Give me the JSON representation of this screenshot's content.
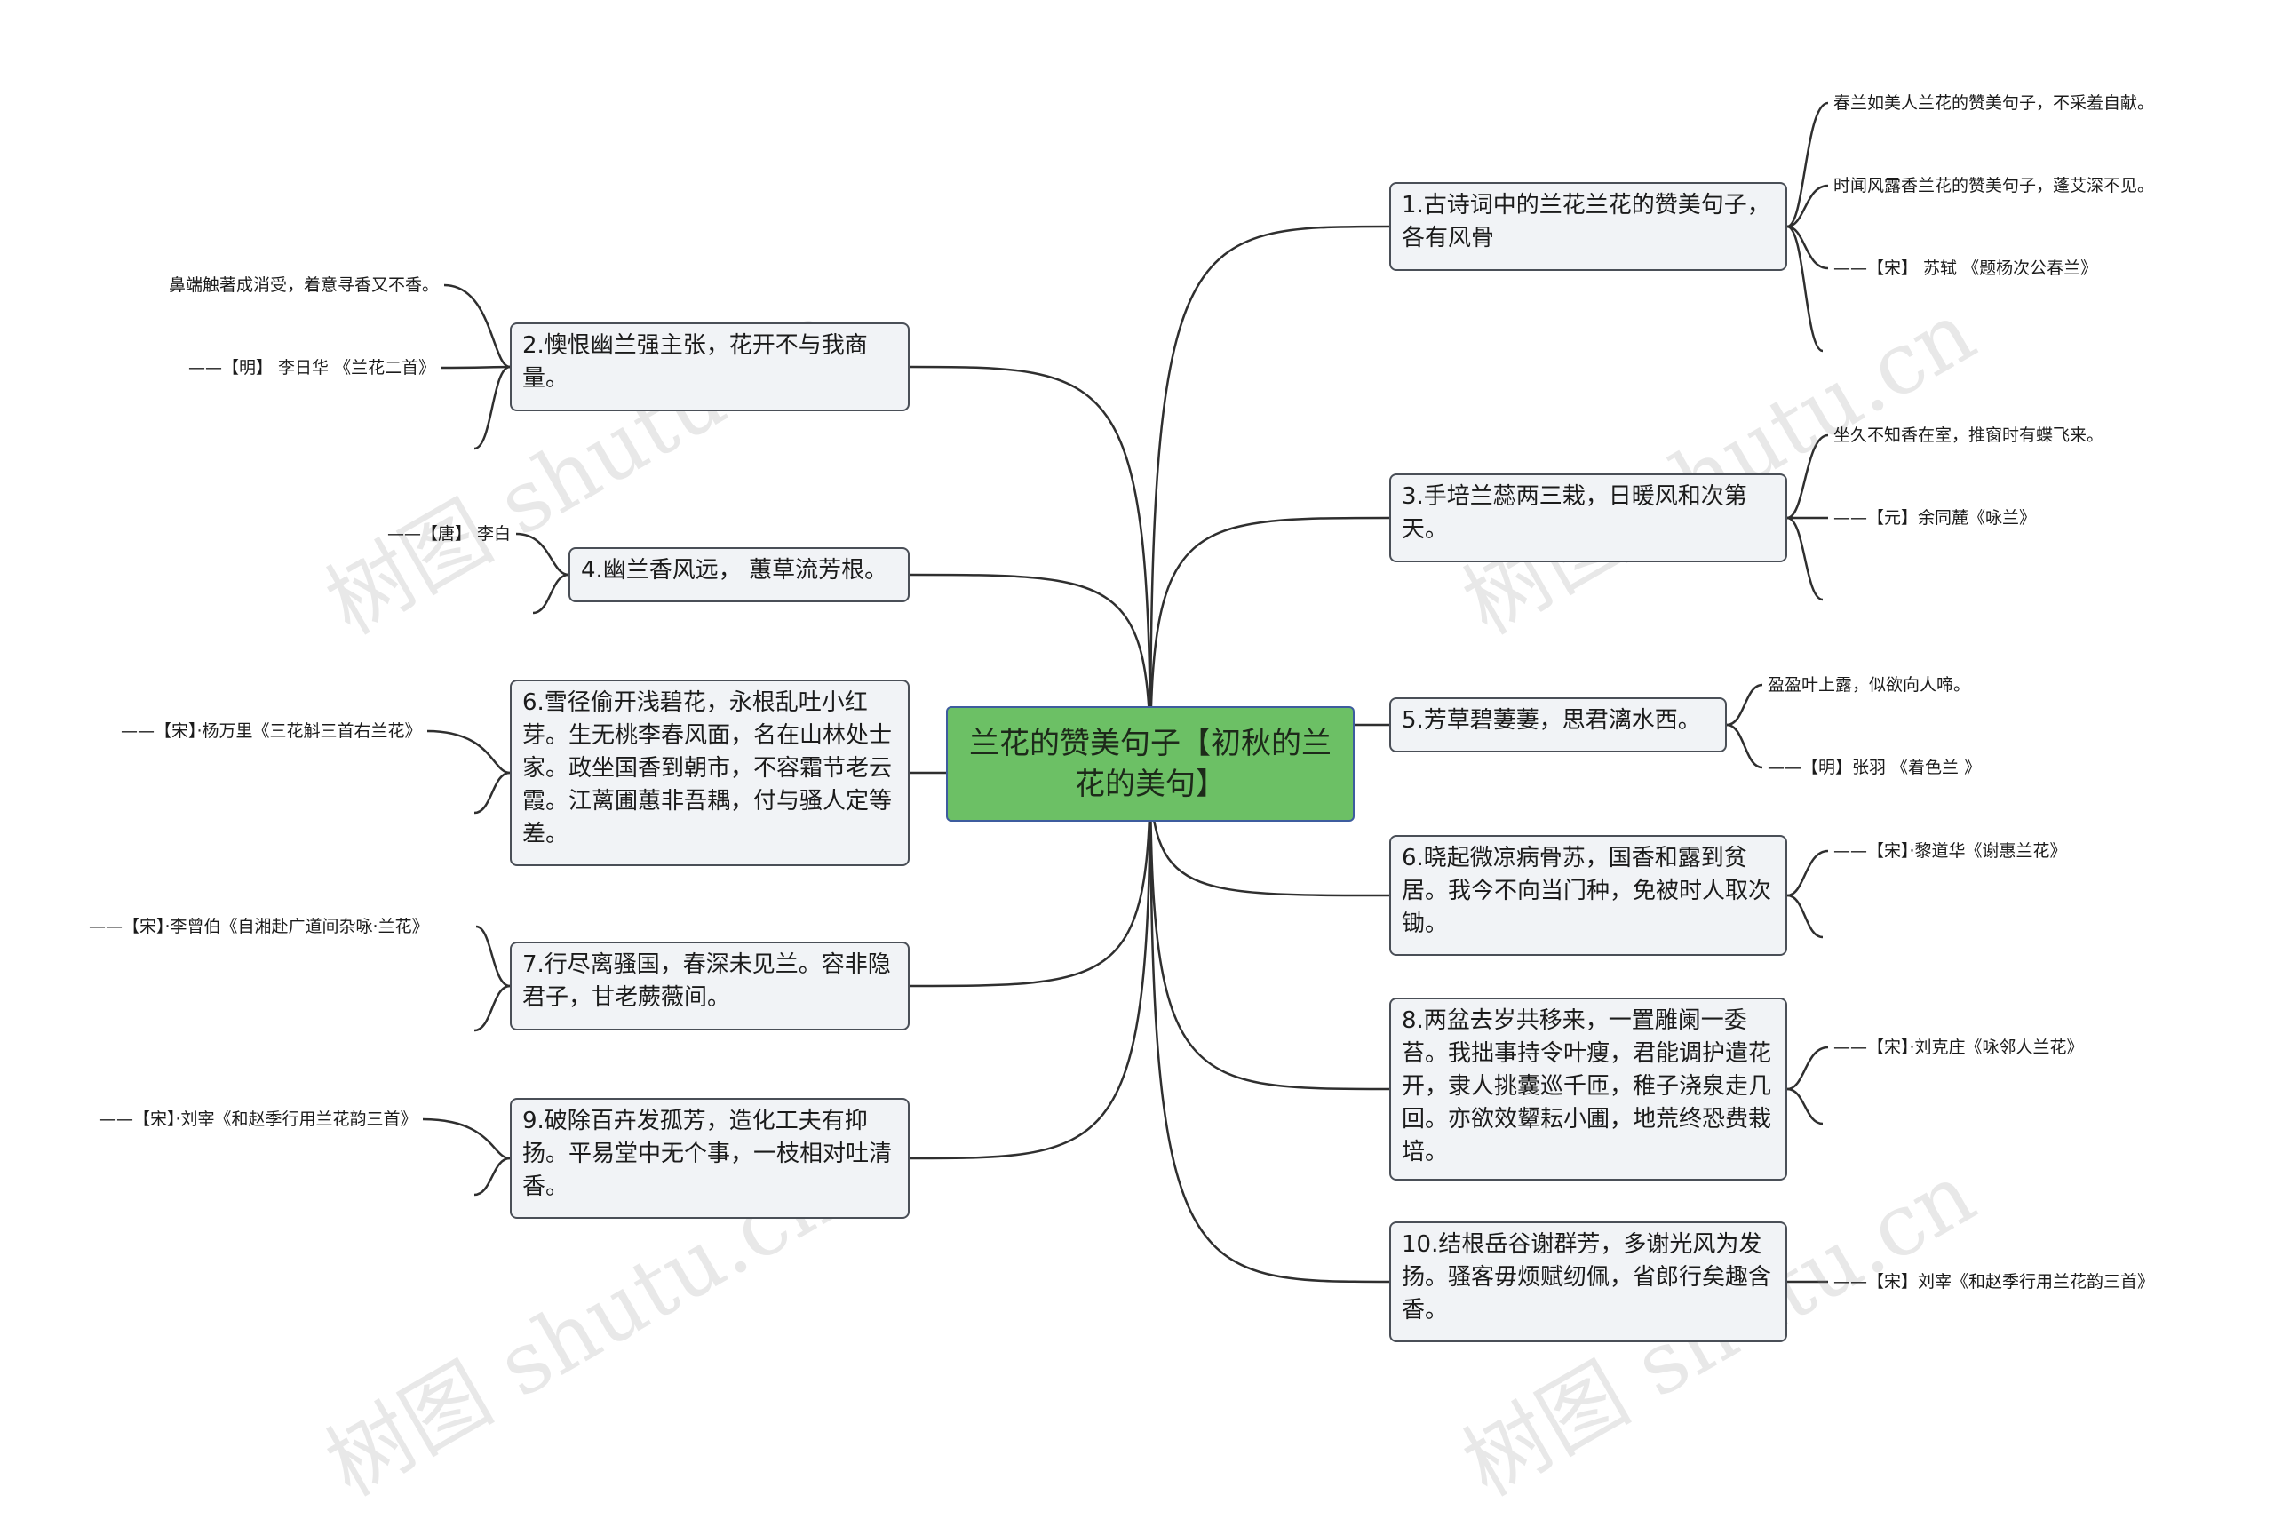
{
  "root": {
    "title": "兰花的赞美句子【初秋的兰花的美句】"
  },
  "branches": [
    {
      "id": "b1",
      "text": "1.古诗词中的兰花兰花的赞美句子，各有风骨",
      "leaves": [
        "春兰如美人兰花的赞美句子，不采羞自献。",
        "时闻风露香兰花的赞美句子，蓬艾深不见。",
        "——【宋】 苏轼 《题杨次公春兰》"
      ]
    },
    {
      "id": "b2",
      "text": "2.懊恨幽兰强主张，花开不与我商量。",
      "leaves": [
        "鼻端触著成消受，着意寻香又不香。",
        "——【明】 李日华 《兰花二首》"
      ]
    },
    {
      "id": "b3",
      "text": "3.手培兰蕊两三栽，日暖风和次第天。",
      "leaves": [
        "坐久不知香在室，推窗时有蝶飞来。",
        "——【元】余同麓《咏兰》"
      ]
    },
    {
      "id": "b4",
      "text": "4.幽兰香风远， 蕙草流芳根。",
      "leaves": [
        "——【唐】 李白"
      ]
    },
    {
      "id": "b5",
      "text": "5.芳草碧萋萋，思君漓水西。",
      "leaves": [
        "盈盈叶上露，似欲向人啼。",
        "——【明】张羽 《着色兰 》"
      ]
    },
    {
      "id": "b6l",
      "text": "6.雪径偷开浅碧花，永根乱吐小红芽。生无桃李春风面，名在山林处士家。政坐国香到朝市，不容霜节老云霞。江蓠圃蕙非吾耦，付与骚人定等差。",
      "leaves": [
        "——【宋】·杨万里《三花斛三首右兰花》"
      ]
    },
    {
      "id": "b6r",
      "text": "6.晓起微凉病骨苏，国香和露到贫居。我今不向当门种，免被时人取次锄。",
      "leaves": [
        "——【宋】·黎道华《谢惠兰花》"
      ]
    },
    {
      "id": "b7",
      "text": "7.行尽离骚国，春深未见兰。容非隐君子，甘老蕨薇间。",
      "leaves": [
        "——【宋】·李曾伯《自湘赴广道间杂咏·兰花》"
      ]
    },
    {
      "id": "b8",
      "text": "8.两盆去岁共移来，一置雕阑一委苔。我拙事持令叶瘦，君能调护遣花开，隶人挑囊巡千匝，稚子浇泉走几回。亦欲效颦耘小圃，地荒终恐费栽培。",
      "leaves": [
        "——【宋】·刘克庄《咏邻人兰花》"
      ]
    },
    {
      "id": "b9",
      "text": "9.破除百卉发孤芳，造化工夫有抑扬。平易堂中无个事，一枝相对吐清香。",
      "leaves": [
        "——【宋】·刘宰《和赵季行用兰花韵三首》"
      ]
    },
    {
      "id": "b10",
      "text": "10.结根岳谷谢群芳，多谢光风为发扬。骚客毋烦赋纫佩，省郎行矣趣含香。",
      "leaves": [
        "——【宋】刘宰《和赵季行用兰花韵三首》"
      ]
    }
  ],
  "watermarks": [
    "树图 shutu.cn",
    "树图 shutu.cn",
    "树图 shutu.cn",
    "树图 shutu.cn"
  ]
}
